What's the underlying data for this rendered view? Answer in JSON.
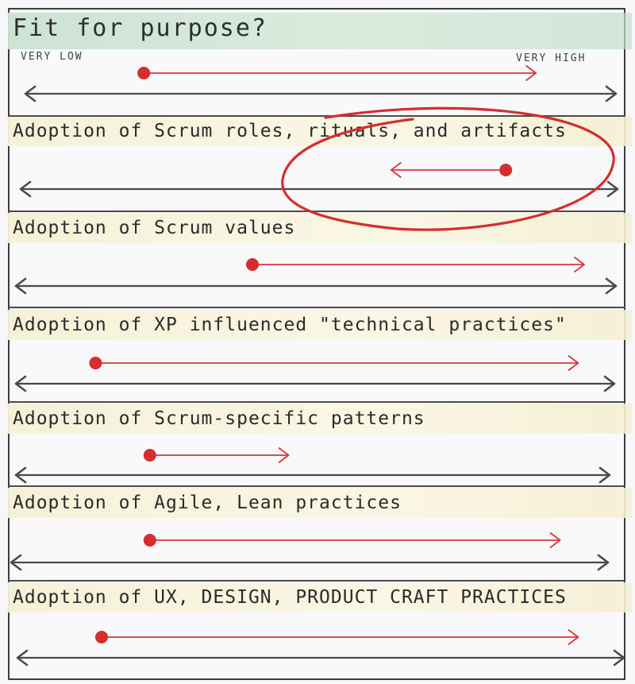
{
  "header": {
    "title": "Fit for purpose?",
    "scale_low": "VERY LOW",
    "scale_high": "VERY HIGH"
  },
  "colors": {
    "axis": "#4a4a4a",
    "indicator": "#d9363a",
    "circle": "#d62d2d",
    "highlight_yellow": "#f6f1d6",
    "highlight_green": "#cbe2d2"
  },
  "dimensions": [
    {
      "label": "",
      "level_from": 0.22,
      "level_to": 0.87,
      "direction": "up",
      "highlighted": false
    },
    {
      "label": "Adoption of Scrum roles, rituals, and artifacts",
      "level_from": 0.82,
      "level_to": 0.63,
      "direction": "down",
      "highlighted": true
    },
    {
      "label": "Adoption of Scrum values",
      "level_from": 0.4,
      "level_to": 0.95,
      "direction": "up",
      "highlighted": false
    },
    {
      "label": "Adoption of XP influenced \"technical practices\"",
      "level_from": 0.14,
      "level_to": 0.94,
      "direction": "up",
      "highlighted": false
    },
    {
      "label": "Adoption of Scrum-specific patterns",
      "level_from": 0.23,
      "level_to": 0.46,
      "direction": "up",
      "highlighted": false
    },
    {
      "label": "Adoption of Agile, Lean practices",
      "level_from": 0.23,
      "level_to": 0.91,
      "direction": "up",
      "highlighted": false
    },
    {
      "label": "Adoption of UX, DESIGN, PRODUCT CRAFT PRACTICES",
      "level_from": 0.15,
      "level_to": 0.94,
      "direction": "up",
      "highlighted": false
    }
  ]
}
